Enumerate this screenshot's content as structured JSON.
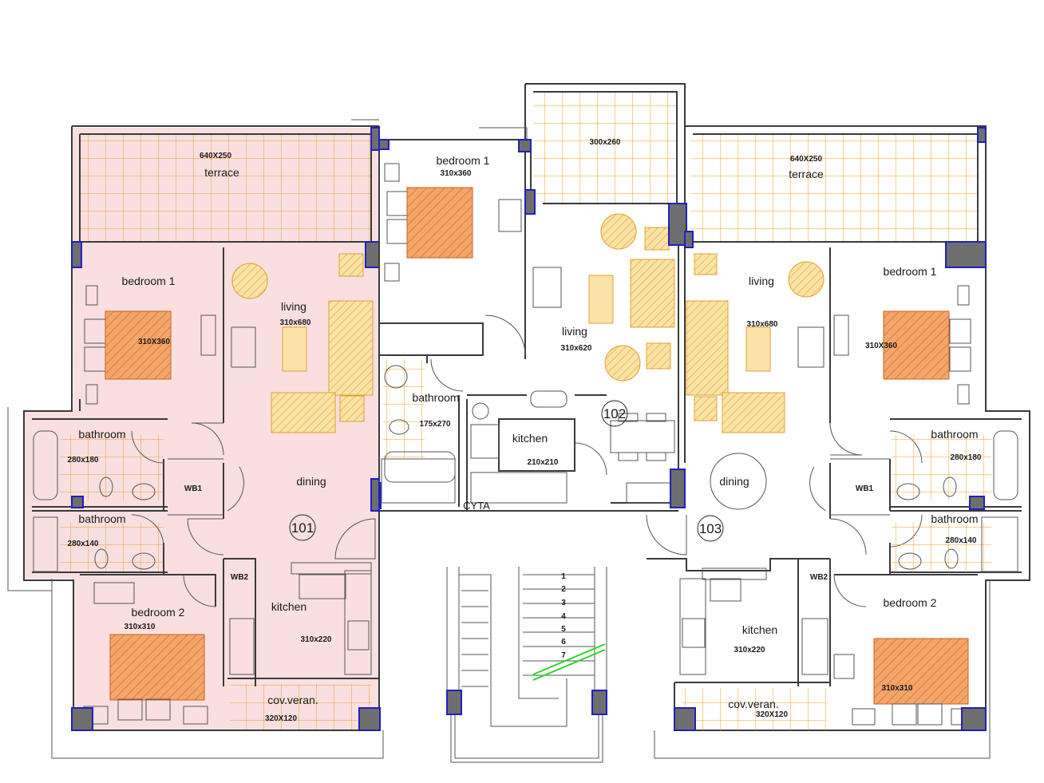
{
  "units": {
    "u101": "101",
    "u102": "102",
    "u103": "103"
  },
  "rooms": {
    "a_terrace_dim": "640X250",
    "a_terrace": "terrace",
    "a_bed1": "bedroom 1",
    "a_bed1_dim": "310X360",
    "a_living": "living",
    "a_living_dim": "310x680",
    "a_bath1": "bathroom",
    "a_bath1_dim": "280x180",
    "a_wb1": "WB1",
    "a_dining": "dining",
    "a_bath2": "bathroom",
    "a_bath2_dim": "280x140",
    "a_wb2": "WB2",
    "a_bed2": "bedroom 2",
    "a_bed2_dim": "310x310",
    "a_kitchen": "kitchen",
    "a_kitchen_dim": "310x220",
    "a_veran": "cov.veran.",
    "a_veran_dim": "320X120",
    "b_bed1": "bedroom 1",
    "b_bed1_dim": "310x360",
    "b_balcony_dim": "300x260",
    "b_living": "living",
    "b_living_dim": "310x620",
    "b_bath": "bathroom",
    "b_bath_dim": "175x270",
    "b_kitchen": "kitchen",
    "b_kitchen_dim": "210x210",
    "b_cyta": "CYTA",
    "c_terrace_dim": "640X250",
    "c_terrace": "terrace",
    "c_living": "living",
    "c_living_dim": "310x680",
    "c_bed1": "bedroom 1",
    "c_bed1_dim": "310X360",
    "c_bath1": "bathroom",
    "c_bath1_dim": "280x180",
    "c_wb1": "WB1",
    "c_dining": "dining",
    "c_bath2": "bathroom",
    "c_bath2_dim": "280x140",
    "c_wb2": "WB2",
    "c_bed2": "bedroom 2",
    "c_bed2_dim": "310x310",
    "c_kitchen": "kitchen",
    "c_kitchen_dim": "310x220",
    "c_veran": "cov.veran.",
    "c_veran_dim": "320X120"
  },
  "stairs": [
    "1",
    "2",
    "3",
    "4",
    "5",
    "6",
    "7"
  ],
  "colors": {
    "unit_highlight": "#f9dfe0",
    "tile_lines": "#f0a020",
    "furniture_fill": "#f7d98a",
    "bed_fill": "#f5a060",
    "column_fill": "#6e6e6e",
    "column_edge": "#2020c0",
    "walls": "#3a3a3a"
  }
}
